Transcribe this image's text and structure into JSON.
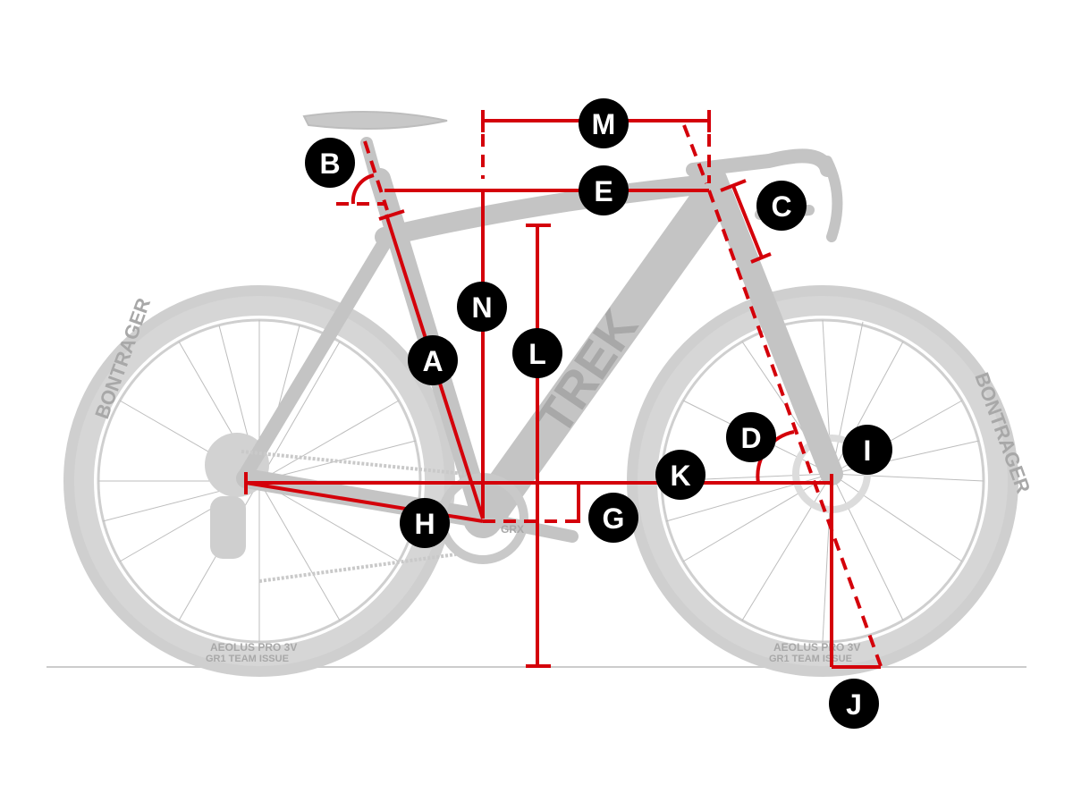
{
  "diagram": {
    "title": "Bike geometry measurement diagram",
    "subject": "Trek gravel bicycle",
    "colors": {
      "measurement_line": "#d4000a",
      "badge_fill": "#000000",
      "badge_text": "#ffffff",
      "bike": "#c4c4c4",
      "ground_line": "#cccccc"
    },
    "frame_branding": "TREK",
    "tire_text": {
      "rim_brand": "BONTRAGER",
      "tire_model": "AEOLUS PRO 3V",
      "tire_name": "GR1 TEAM ISSUE",
      "crank": "GRX"
    },
    "labels": {
      "A": "A",
      "B": "B",
      "C": "C",
      "D": "D",
      "E": "E",
      "G": "G",
      "H": "H",
      "I": "I",
      "J": "J",
      "K": "K",
      "L": "L",
      "M": "M",
      "N": "N"
    }
  }
}
